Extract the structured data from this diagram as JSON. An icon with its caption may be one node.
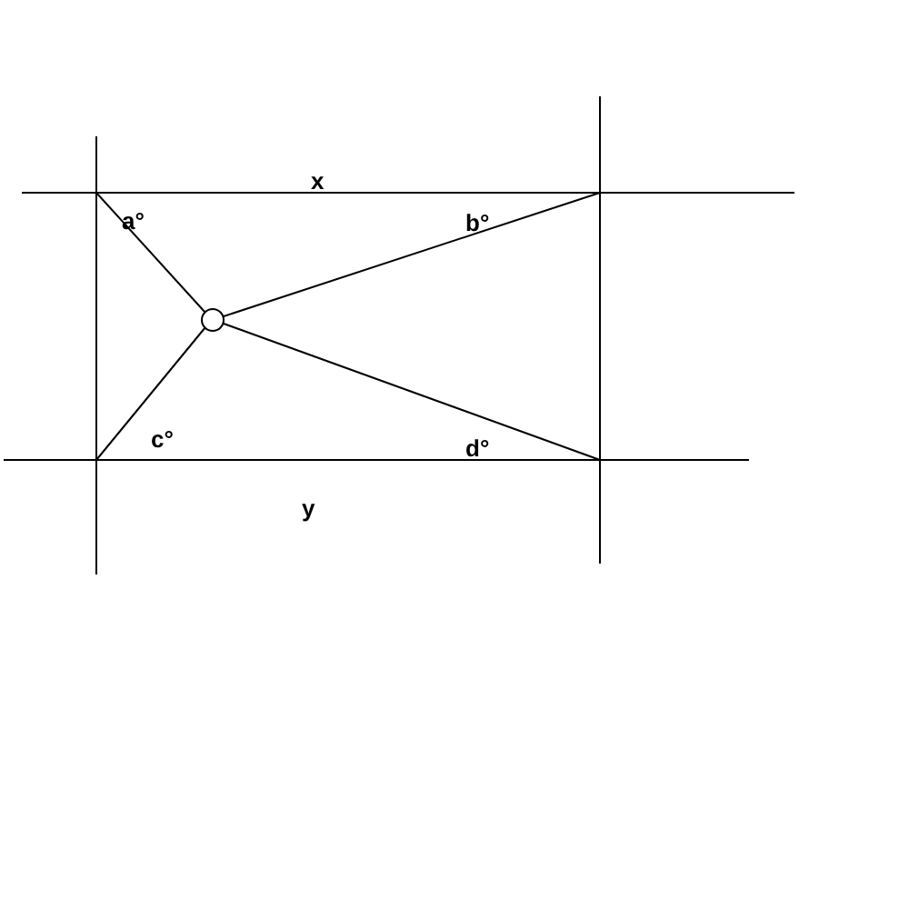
{
  "diagram": {
    "labels": [
      "x",
      "a°",
      "b°",
      "c°",
      "d°",
      "y"
    ]
  }
}
